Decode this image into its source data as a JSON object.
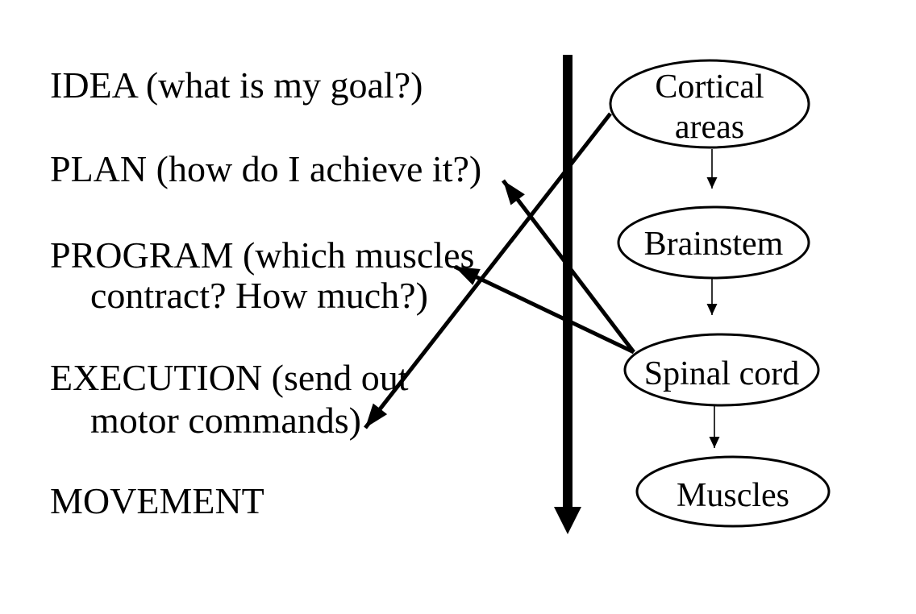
{
  "colors": {
    "background": "#ffffff",
    "ink": "#000000"
  },
  "stages": {
    "idea": {
      "text": "IDEA (what is my goal?)"
    },
    "plan": {
      "text": "PLAN (how do I achieve it?)"
    },
    "program": {
      "text_line1": "PROGRAM (which muscles",
      "text_line2": "contract? How much?)"
    },
    "execution": {
      "text_line1": "EXECUTION (send out",
      "text_line2": "motor commands)"
    },
    "movement": {
      "text": "MOVEMENT"
    }
  },
  "pathway": {
    "nodes": {
      "cortical_areas": {
        "line1": "Cortical",
        "line2": "areas"
      },
      "brainstem": {
        "label": "Brainstem"
      },
      "spinal_cord": {
        "label": "Spinal cord"
      },
      "muscles": {
        "label": "Muscles"
      }
    },
    "arrows": [
      "descending-pathway-arrow",
      "cortical-to-brainstem-arrow",
      "brainstem-to-spinal-cord-arrow",
      "spinal-cord-to-muscles-arrow",
      "cortical-to-execution-arrow",
      "spinal-cord-to-plan-arrow",
      "spinal-cord-to-program-arrow"
    ]
  }
}
